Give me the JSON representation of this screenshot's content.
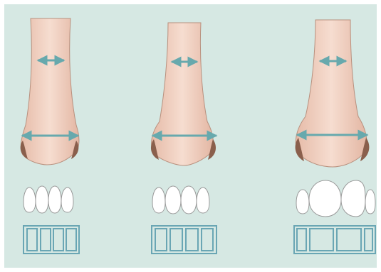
{
  "figure": {
    "background": "#d6e8e3",
    "skin_color": "#f1d3c4",
    "skin_shadow": "#c99f8d",
    "nostril_color": "#8a5f4c",
    "arrow_color": "#67a9ad",
    "tooth_fill": "#ffffff",
    "tooth_outline": "#9a9a9a",
    "box_color": "#6aa6b4",
    "columns": [
      {
        "id": "narrow",
        "nose": "narrow",
        "tooth_proportion": "uniform",
        "box_widths": [
          1,
          1,
          1,
          1
        ]
      },
      {
        "id": "medium",
        "nose": "medium",
        "tooth_proportion": "uniform",
        "box_widths": [
          1,
          1,
          1,
          1
        ]
      },
      {
        "id": "wide",
        "nose": "wide",
        "tooth_proportion": "broad centrals",
        "box_widths": [
          0.7,
          1.5,
          1.5,
          0.7
        ]
      }
    ]
  }
}
